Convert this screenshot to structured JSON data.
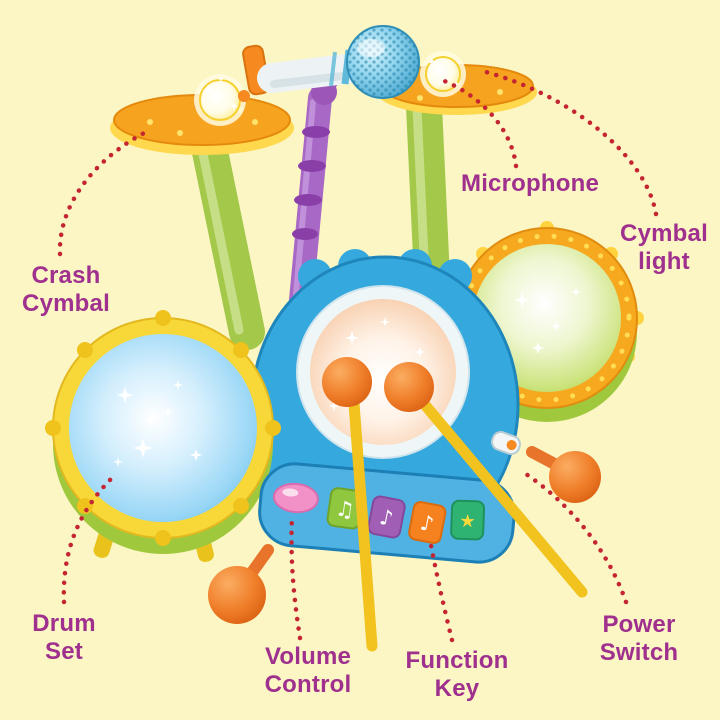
{
  "labels": {
    "microphone": "Microphone",
    "cymbal_light": "Cymbal\nlight",
    "crash_cymbal": "Crash\nCymbal",
    "drum_set": "Drum\nSet",
    "volume_control": "Volume\nControl",
    "function_key": "Function\nKey",
    "power_switch": "Power\nSwitch"
  },
  "illustration": {
    "key_glyphs": [
      "♫",
      "♪",
      "♪",
      "★"
    ]
  },
  "colors": {
    "background": "#FBF6C4",
    "label_text": "#A0308E",
    "leader_line": "#C42531"
  }
}
